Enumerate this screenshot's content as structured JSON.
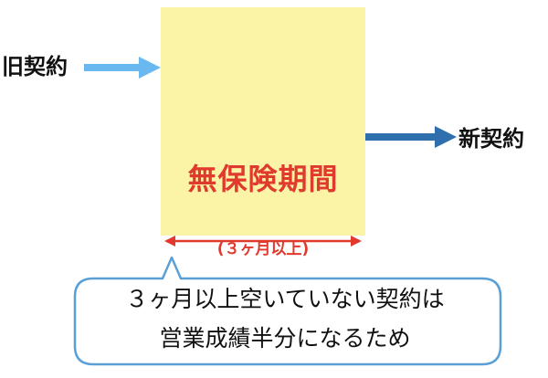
{
  "labels": {
    "old_contract": "旧契約",
    "new_contract": "新契約",
    "gap_period": "無保険期間",
    "gap_duration": "(３ヶ月以上)"
  },
  "callout": {
    "line1": "３ヶ月以上空いていない契約は",
    "line2": "営業成績半分になるため"
  },
  "colors": {
    "gap_fill": "#fbf3a6",
    "gap_text": "#e0392d",
    "old_arrow": "#6ab8f0",
    "new_arrow": "#2f6fae",
    "callout_border": "#5aa0d6"
  }
}
